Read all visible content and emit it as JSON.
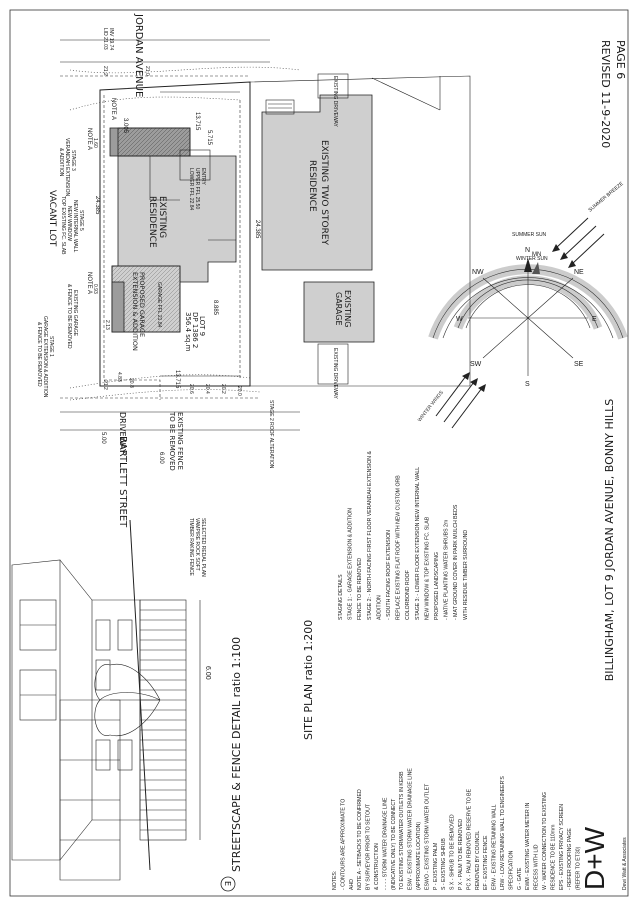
{
  "sheet": {
    "revised": "REVISED 11-9-2020",
    "page": "PAGE 6",
    "project_title": "BILLINGHAM, LOT 9 JORDAN AVENUE, BONNY HILLS",
    "logo": "D+W",
    "logo_sub": "Dewi Watt & Associates"
  },
  "streets": {
    "jordan_avenue": "JORDAN AVENUE",
    "bartlett_street": "BARTLETT STREET",
    "vacant_lot": "VACANT LOT",
    "driveway": "DRIVEWAY",
    "existing_fence": "EXISTING FENCE",
    "to_be_removed": "TO BE REMOVED",
    "dim_500": "5.00",
    "dim_600": "6.00",
    "stage2_roof": "STAGE 2 ROOF ALTERATION"
  },
  "buildings": {
    "existing_residence_1": "EXISTING",
    "existing_residence_2": "RESIDENCE",
    "upper_ffl": "UPPER FFL 25.50",
    "lower_ffl": "LOWER FFL 22.84",
    "proposed_garage_1": "PROPOSED GARAGE",
    "proposed_garage_2": "EXTENSION & ADDITION",
    "garage_ffl": "GARAGE FFL 21.84",
    "lot_1": "LOT 9",
    "lot_2": "DP 1386 2",
    "lot_3": "356.4 sq.m",
    "two_storey_1": "EXISTING TWO STOREY",
    "two_storey_2": "RESIDENCE",
    "garage_right": "EXISTING",
    "garage_right_2": "GARAGE",
    "existing_driveway": "EXISTING DRIVEWAY",
    "entry": "ENTRY"
  },
  "dimensions": {
    "d3005": "3.005",
    "d13715_top": "13.715",
    "d5715": "5.715",
    "d24385_left": "24.385",
    "d24385_right": "24.385",
    "d160": "1.60",
    "d093": "0.93",
    "d213": "2.13",
    "d885": "8.885",
    "d13715_bottom": "13.715",
    "d483": "4.83",
    "lid": "LID 21.03",
    "inv": "INV 19.74"
  },
  "levels": [
    "21.2",
    "21.0",
    "21.2",
    "20.8",
    "20.6",
    "20.4",
    "20.2",
    "20.0",
    "20.6",
    "20.4",
    "20.2",
    "20.0"
  ],
  "notes_left": {
    "note_a_top": "NOTE A",
    "note_a_mid": "NOTE A",
    "note_a_low": "NOTE A",
    "stage3_top_1": "STAGE 3",
    "stage3_top_2": "VERANDAH EXTENSION",
    "stage3_top_3": "& ADDITION",
    "stage5_1": "STAGE 5",
    "stage5_2": "NEW INTERNAL WALL",
    "stage5_3": "NEW WINDOW",
    "stage5_4": "TOP EXISTING FC. SLAB",
    "stage1_1": "EXISTING GARAGE",
    "stage1_2": "& FENCE TO BE REMOVED",
    "stage1b_1": "STAGE 1",
    "stage1b_2": "GARAGE EXTENSION & ADDITION",
    "stage1b_3": "& FENCE TO BE REMOVED"
  },
  "compass": {
    "n": "N",
    "mn": "MN",
    "ne": "NE",
    "e": "E",
    "se": "SE",
    "s": "S",
    "sw": "SW",
    "w": "W",
    "nw": "NW",
    "summer_sun": "SUMMER SUN",
    "winter_sun": "WINTER SUN",
    "summer_breeze": "SUMMER BREEZE",
    "winter_winds": "WINTER WINDS"
  },
  "streetscape": {
    "label_circle": "E",
    "title": "STREETSCAPE & FENCE DETAIL ratio 1:100",
    "height": "6.00",
    "note_1": "SELECTED REDAL PLAN",
    "note_2": "VAMPIRE ROCK SOFT",
    "note_3": "TIMBER RAKING FENCE"
  },
  "site_plan": {
    "title": "SITE PLAN ratio 1:200"
  },
  "notes": [
    "NOTES:",
    "- CONTOURS ARE APPROXIMATE TO",
    "  AHD",
    "NOTE A - SETBACKS TO BE CONFIRMED",
    "  BY SURVEYOR PRIOR TO SETOUT",
    "  & CONSTRUCTION",
    "- - - - STORM WATER DRAINAGE LINE",
    "  (INDICATIVE ONLY) TO BE CONNECT",
    "  TO EXISTING STORMWATER OUTLETS IN KERB",
    "ESW - EXISTING STORM WATER DRAINAGE LINE",
    "  (APPROXIMATE LOCATION)",
    "ESWO - EXISTING STORM WATER OUTLET",
    "P - EXISTING PALM",
    "S - EXISTING SHRUB",
    "S X - SHRUB TO BE REMOVED",
    "P X - PALM TO BE REMOVED",
    "PC X - PALM REMOVED RESERVE TO BE",
    "  REMOVED BY COUNCIL",
    "EF - EXISTING FENCE",
    "ERW - EXISTING RETAINING WALL",
    "LRW - LOW RETAINING WALL TO ENGINEER'S",
    "  SPECIFICATION",
    "G - GATE",
    "EWM - EXISTING WATER METER IN",
    "  RECESS WITH LID",
    "W - WATER CONNECTION TO EXISTING",
    "  RESIDENCE TO BE 110mm",
    "EPS - EXISTING PRIVACY SCREEN",
    "  - REFER ROOFING PAGE",
    "  (REFER TO ET30)"
  ],
  "staging": [
    "STAGING DETAILS",
    "STAGE 1: - GARAGE EXTENSION & ADDITION",
    "  FENCE TO BE REMOVED",
    "STAGE 2: - NORTH FACING FIRST FLOOR VERANDAH EXTENSION &",
    "  ADDITION",
    "  - SOUTH FACING ROOF EXTENSION",
    "  REPLACE EXISTING FLAT ROOF WITH NEW CUSTOM ORB",
    "  COLORBOND ROOF",
    "STAGE 3: - LOWER FLOOR EXTENSION NEW INTERNAL WALL",
    "  NEW WINDOW & TOP EXISTING FC. SLAB",
    "PROPOSED LANDSCAPING",
    "- NATIVE PLANTING WATER SHRUBS 2m",
    "- MAT GROUND COVER IN PARK MULCH BEDS",
    "  WITH RESIDUE TIMBER SURROUND"
  ]
}
